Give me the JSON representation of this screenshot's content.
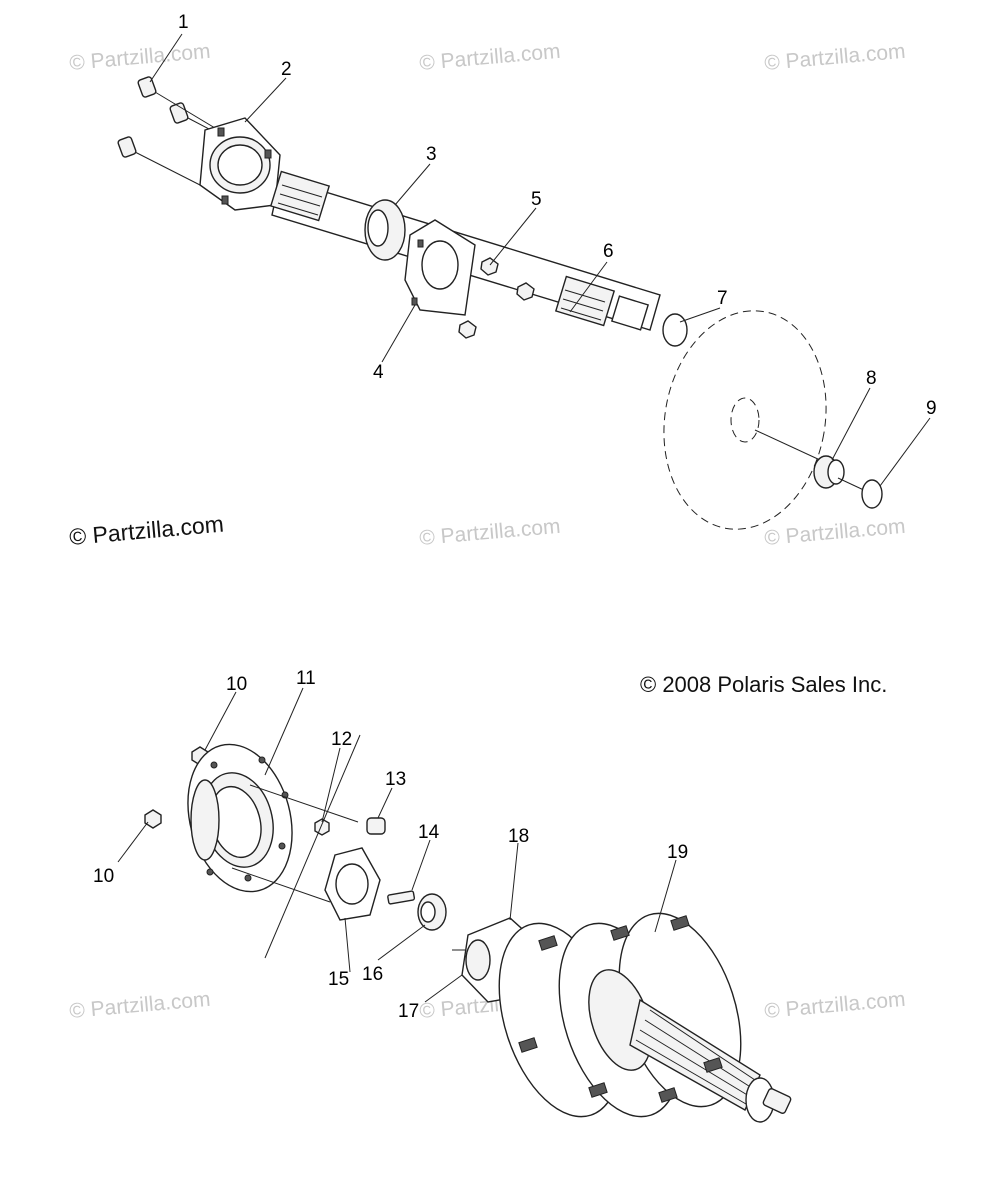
{
  "watermark_text": "© Partzilla.com",
  "copyright_partzilla": "© Partzilla.com",
  "copyright_polaris": "© 2008 Polaris Sales Inc.",
  "callouts": {
    "c1": "1",
    "c2": "2",
    "c3": "3",
    "c4": "4",
    "c5": "5",
    "c6": "6",
    "c7": "7",
    "c8": "8",
    "c9": "9",
    "c10a": "10",
    "c10b": "10",
    "c11": "11",
    "c12": "12",
    "c13": "13",
    "c14": "14",
    "c15": "15",
    "c16": "16",
    "c17": "17",
    "c18": "18",
    "c19": "19"
  },
  "colors": {
    "ink": "#222222",
    "watermark": "#c8c8c8",
    "background": "#ffffff"
  }
}
